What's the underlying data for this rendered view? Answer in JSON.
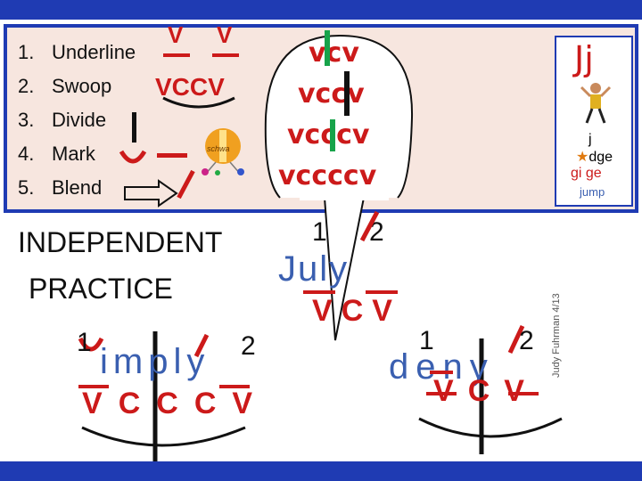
{
  "steps": [
    {
      "num": "1.",
      "label": "Underline"
    },
    {
      "num": "2.",
      "label": "Swoop"
    },
    {
      "num": "3.",
      "label": "Divide"
    },
    {
      "num": "4.",
      "label": "Mark"
    },
    {
      "num": "5.",
      "label": "Blend"
    }
  ],
  "step_marks": {
    "v1": "V",
    "v2": "V",
    "vccv": "VCCV",
    "schwa": "schwa"
  },
  "patterns": [
    "vcv",
    "vccv",
    "vcccv",
    "vccccv"
  ],
  "card": {
    "title": "Jj",
    "words": [
      "j",
      "dge",
      "gi  ge",
      "jump"
    ]
  },
  "section_title": [
    "INDEPENDENT",
    "PRACTICE"
  ],
  "examples": [
    {
      "word": [
        "J",
        "u",
        "l",
        "y"
      ],
      "labels": [
        "V",
        "C",
        "V"
      ],
      "syllables": [
        "1",
        "2"
      ]
    },
    {
      "word": [
        "i",
        "m",
        "p",
        "l",
        "y"
      ],
      "labels": [
        "V",
        "C",
        "C",
        "C",
        "V"
      ],
      "syllables": [
        "1",
        "2"
      ]
    },
    {
      "word": [
        "d",
        "e",
        "n",
        "y"
      ],
      "labels": [
        "V",
        "C",
        "V"
      ],
      "syllables": [
        "1",
        "2"
      ]
    }
  ],
  "credit": "Judy Fuhrman 4/13",
  "colors": {
    "accent": "#cc1a1a",
    "frame": "#1f3bb3",
    "panel": "#f7e6df",
    "word_blue": "#3a5fb0",
    "divider_green": "#17a34a"
  }
}
